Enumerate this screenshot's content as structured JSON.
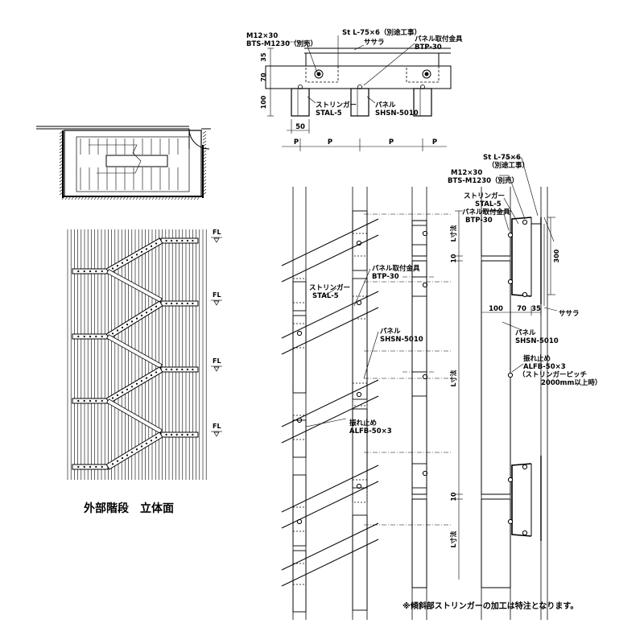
{
  "elevation": {
    "caption": "外部階段　立体面",
    "fl": [
      "FL",
      "FL",
      "FL",
      "FL"
    ]
  },
  "plan_detail": {
    "bolt_label": "M12×30",
    "bolt_part": "BTS-M1230（別売）",
    "angle_label": "St L-75×6（別途工事）",
    "sasara": "ササラ",
    "bracket_label": "パネル取付金具",
    "bracket_part": "BTP-30",
    "stringer_label": "ストリンガー",
    "stringer_part": "STAL-5",
    "panel_label": "パネル",
    "panel_part": "SHSN-5010",
    "dims_v": [
      "35",
      "70",
      "100"
    ],
    "dim_w": "50",
    "pitch": [
      "P",
      "P",
      "P",
      "P"
    ]
  },
  "section_detail": {
    "angle_label": "St L-75×6",
    "angle_note": "（別途工事）",
    "bolt_label": "M12×30",
    "bolt_part": "BTS-M1230（別売）",
    "stringer_label": "ストリンガー",
    "stringer_part": "STAL-5",
    "bracket_label": "パネル取付金具",
    "bracket_part": "BTP-30",
    "dim_300": "300",
    "dims_h": [
      "100",
      "70",
      "35"
    ],
    "sasara": "ササラ",
    "panel_label": "パネル",
    "panel_part": "SHSN-5010",
    "brace_label": "振れ止め",
    "brace_part": "ALFB-50×3",
    "brace_note1": "（ストリンガーピッチ",
    "brace_note2": "2000mm以上時）",
    "l_dim": [
      "L寸法",
      "L寸法",
      "L寸法"
    ],
    "gap": [
      "10",
      "10"
    ],
    "left_stringer_label": "ストリンガー",
    "left_stringer_part": "STAL-5",
    "left_bracket_label": "パネル取付金具",
    "left_bracket_part": "BTP-30",
    "left_panel_label": "パネル",
    "left_panel_part": "SHSN-5010",
    "left_brace_label": "振れ止め",
    "left_brace_part": "ALFB-50×3"
  },
  "footnote": "※傾斜部ストリンガーの加工は特注となります。"
}
